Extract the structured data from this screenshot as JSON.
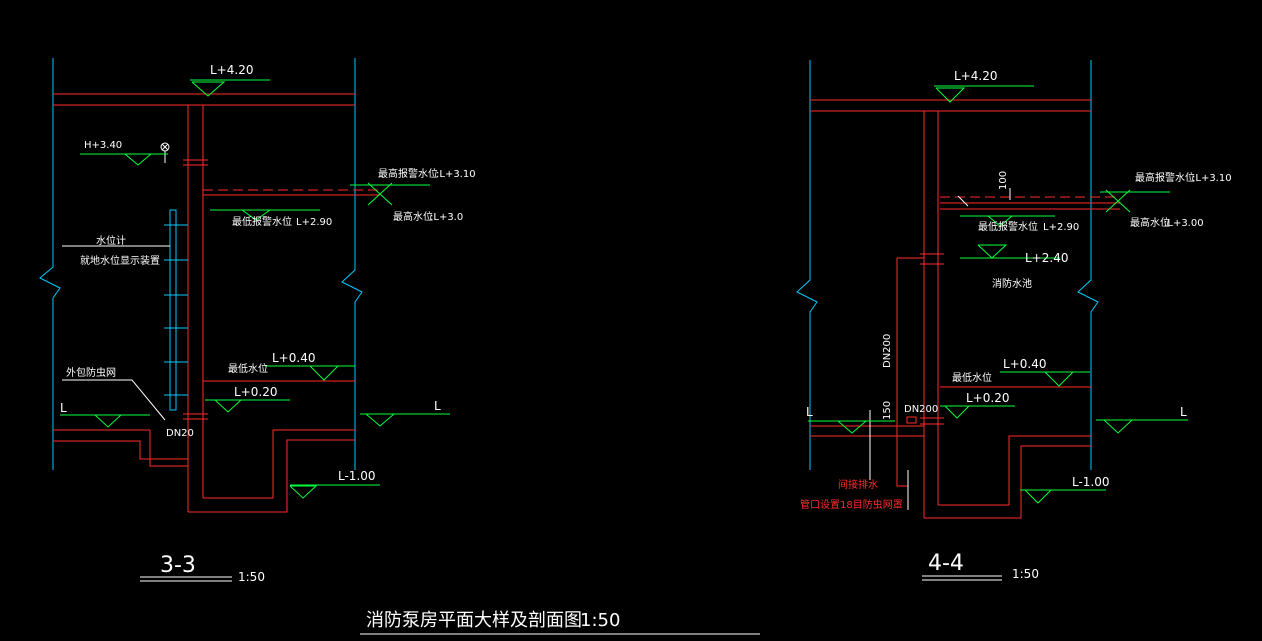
{
  "colors": {
    "background": "#000000",
    "wall": "#00c8ff",
    "structure": "#ff2a2a",
    "level": "#00ff3c",
    "text": "#ffffff",
    "note": "#ff2a2a"
  },
  "section_3_3": {
    "label": "3-3",
    "scale": "1:50",
    "levels": {
      "top": "L+4.20",
      "h340": "H+3.40",
      "max_alarm": "最高报警水位",
      "max_alarm_val": ":L+3.10",
      "max_level": "最高水位",
      "max_level_val": ":L+3.0",
      "min_alarm": "最低报警水位",
      "min_alarm_val": "L+2.90",
      "lowest": "最低水位",
      "l040": "L+0.40",
      "l020": "L+0.20",
      "ground_left": "L",
      "ground_right": "L",
      "bottom": "L-1.00"
    },
    "notes": {
      "gauge1": "水位计",
      "gauge2": "就地水位显示装置",
      "screen": "外包防虫网",
      "dn20": "DN20"
    }
  },
  "section_4_4": {
    "label": "4-4",
    "scale": "1:50",
    "levels": {
      "top": "L+4.20",
      "max_alarm": "最高报警水位",
      "max_alarm_val": ":L+3.10",
      "max_level": "最高水位",
      "max_level_val": ":L+3.00",
      "min_alarm": "最低报警水位",
      "min_alarm_val": "L+2.90",
      "l240": "L+2.40",
      "l040": "L+0.40",
      "lowest": "最低水位",
      "l020": "L+0.20",
      "ground_left": "L",
      "ground_right": "L",
      "bottom": "L-1.00"
    },
    "notes": {
      "dim100": "100",
      "pool": "消防水池",
      "dn200_v": "DN200",
      "dn200": "DN200",
      "dim150": "150",
      "drain1": "间接排水",
      "drain2": "管口设置18目防虫网罩"
    }
  },
  "footer": {
    "title": "消防泵房平面大样及剖面图",
    "scale": "1:50"
  }
}
